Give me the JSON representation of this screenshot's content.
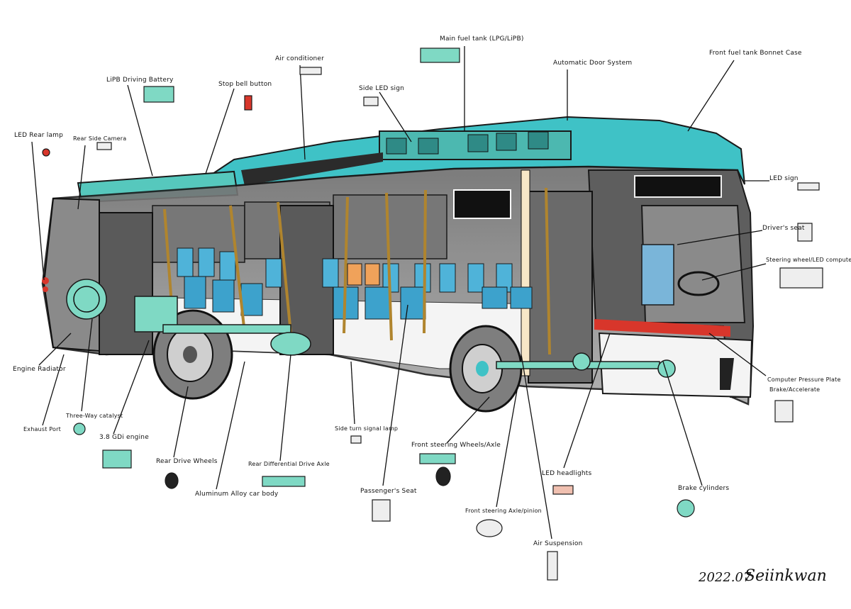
{
  "diagram": {
    "labels": {
      "main_fuel_tank": "Main fuel tank (LPG/LiPB)",
      "air_conditioner": "Air conditioner",
      "automatic_door": "Automatic Door System",
      "front_fuel_tank": "Front fuel tank  Bonnet Case",
      "lipb_battery": "LiPB Driving Battery",
      "stop_bell": "Stop bell button",
      "side_led_sign": "Side LED sign",
      "led_rear_lamp": "LED Rear lamp",
      "rear_side_camera": "Rear Side Camera",
      "led_sign": "LED sign",
      "drivers_seat": "Driver's seat",
      "steering_wheel": "Steering wheel/LED computer",
      "engine_radiator": "Engine Radiator",
      "exhaust_port": "Exhaust Port",
      "three_way_catalyst": "Three-Way catalyst",
      "engine": "3.8 GDi engine",
      "rear_drive_wheels": "Rear Drive Wheels",
      "aluminum_body": "Aluminum Alloy car body",
      "rear_diff": "Rear Differential Drive Axle",
      "side_turn": "Side turn signal lamp",
      "passenger_seat": "Passenger's Seat",
      "front_steering_wheels": "Front steering Wheels/Axle",
      "front_steering_axle": "Front steering Axle/pinion",
      "air_suspension": "Air Suspension",
      "led_headlights": "LED headlights",
      "brake_cylinders": "Brake cylinders",
      "computer_pressure": "Computer Pressure Plate",
      "brake_accelerate": "Brake/Accelerate"
    },
    "signature": {
      "date": "2022.07",
      "name": "Seiinkwan"
    },
    "colors": {
      "teal": "#3fc2c6",
      "mint": "#7fd9c4",
      "seat_blue": "#4fb3d9",
      "seat_orange": "#f0a25a",
      "body_gray": "#8b8b8b",
      "dark": "#2b2b2b",
      "pole": "#b0852e",
      "red": "#d8362b"
    }
  }
}
